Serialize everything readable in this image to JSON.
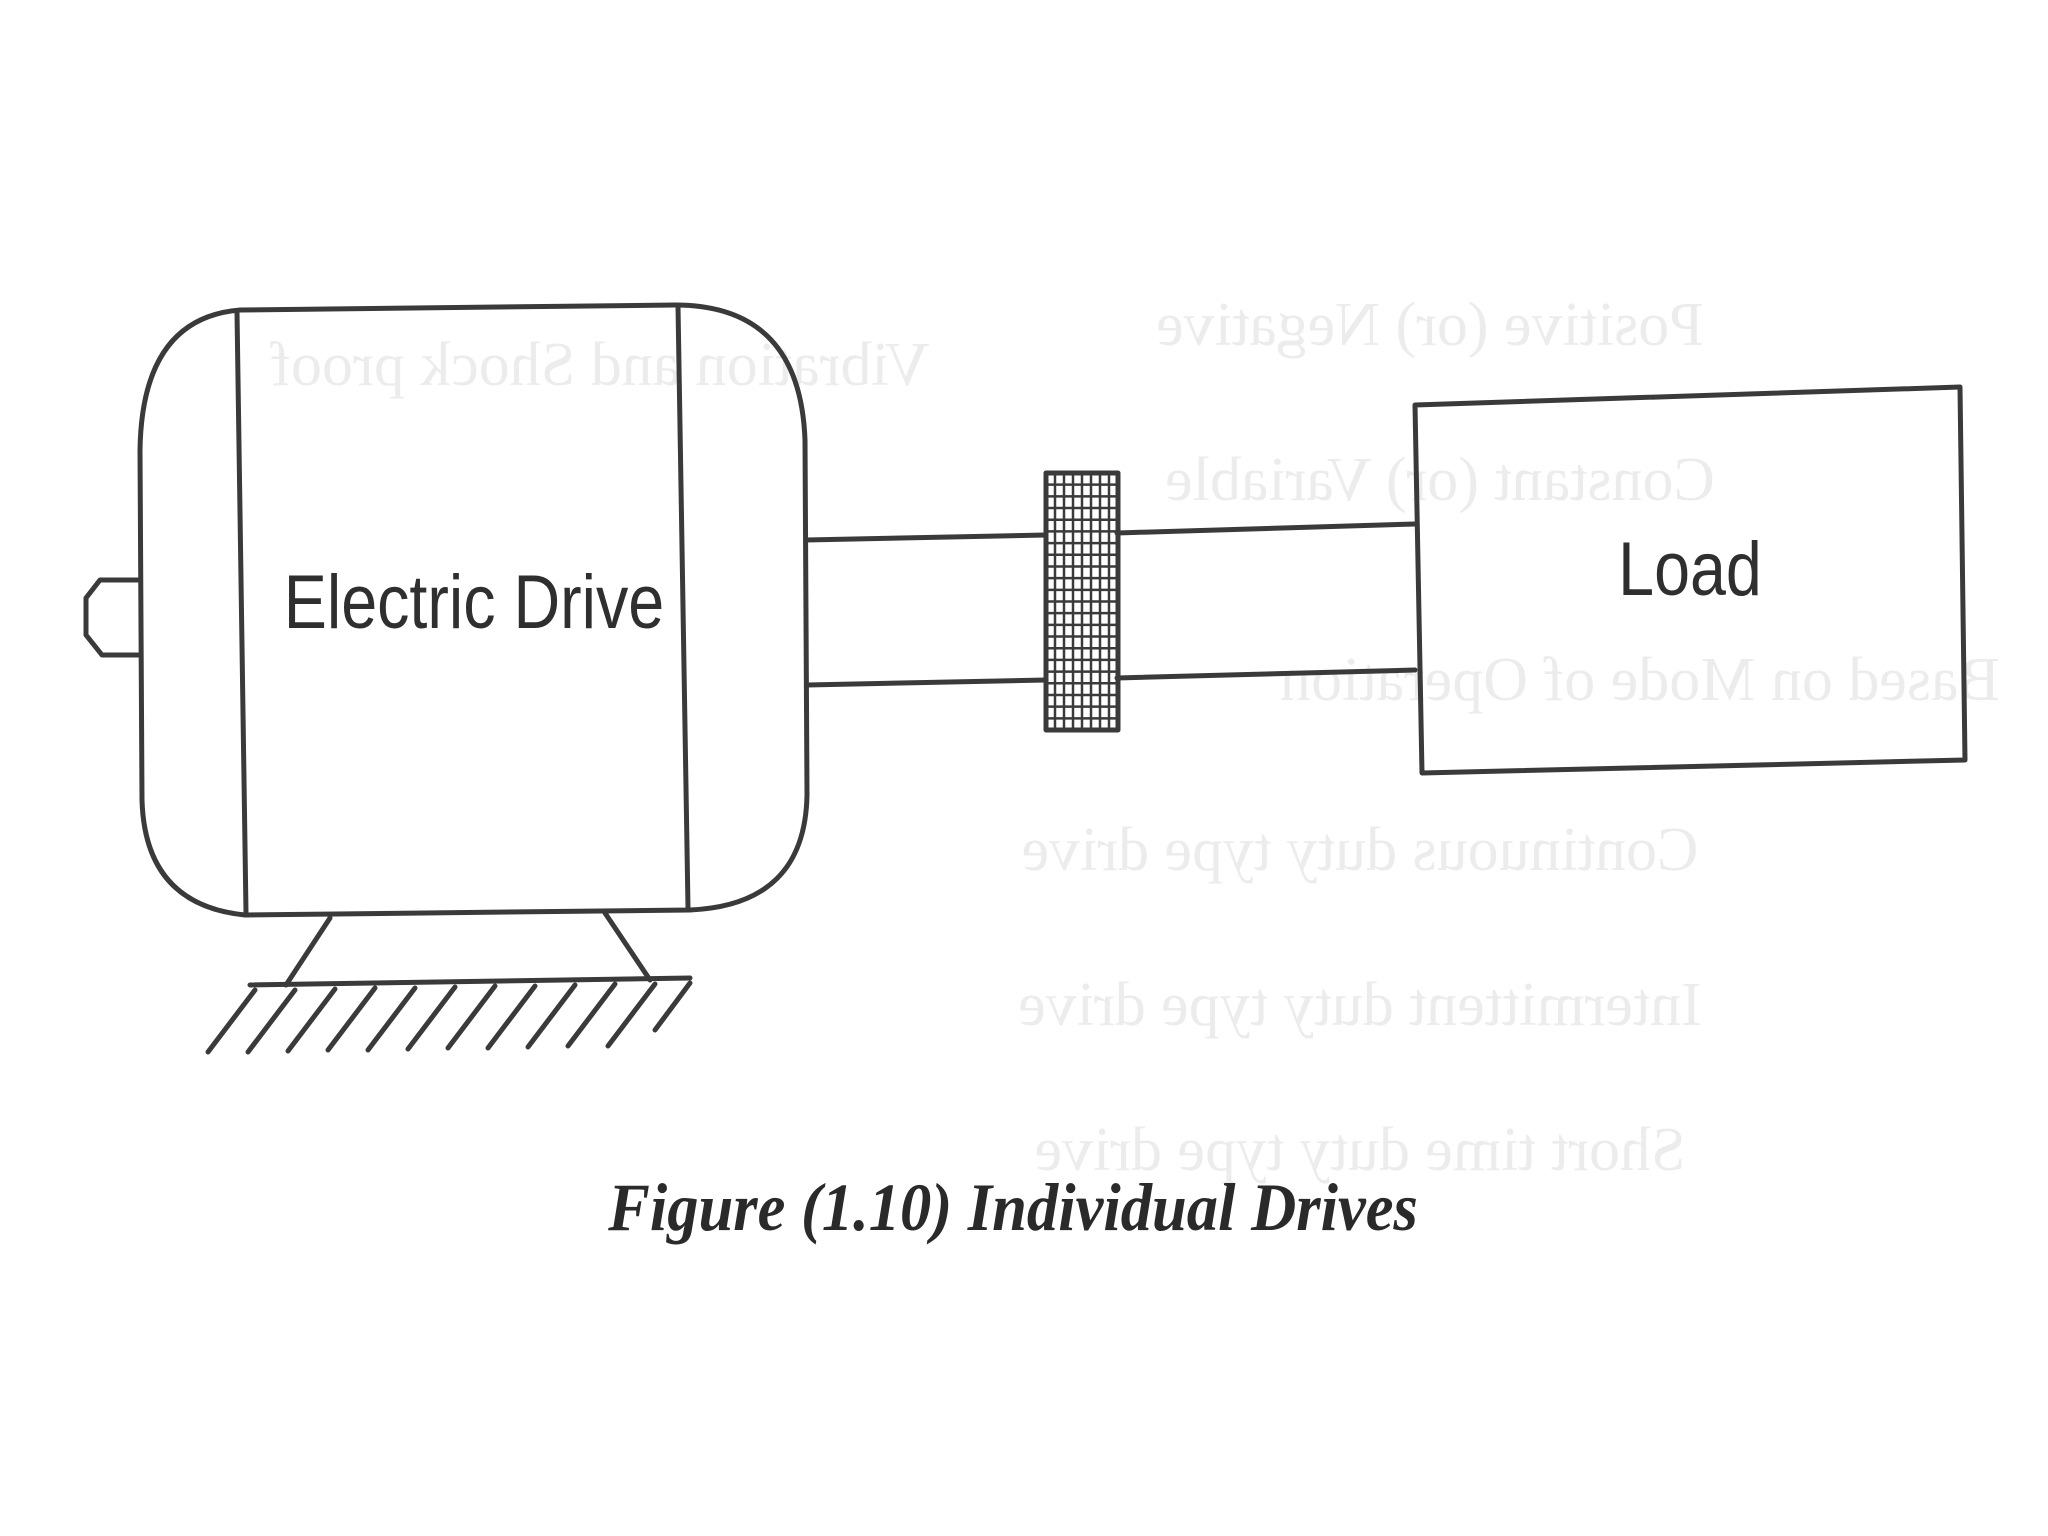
{
  "figure": {
    "caption": "Figure (1.10) Individual Drives",
    "motor_label": "Electric Drive",
    "load_label": "Load"
  },
  "bleed_through": {
    "lines": [
      "Vibration and Shock proof",
      "Positive (or) Negative",
      "Constant (or) Variable",
      "Based on Mode of Operation",
      "Continuous duty type drive",
      "Intermittent duty type drive",
      "Short time duty type drive"
    ]
  }
}
